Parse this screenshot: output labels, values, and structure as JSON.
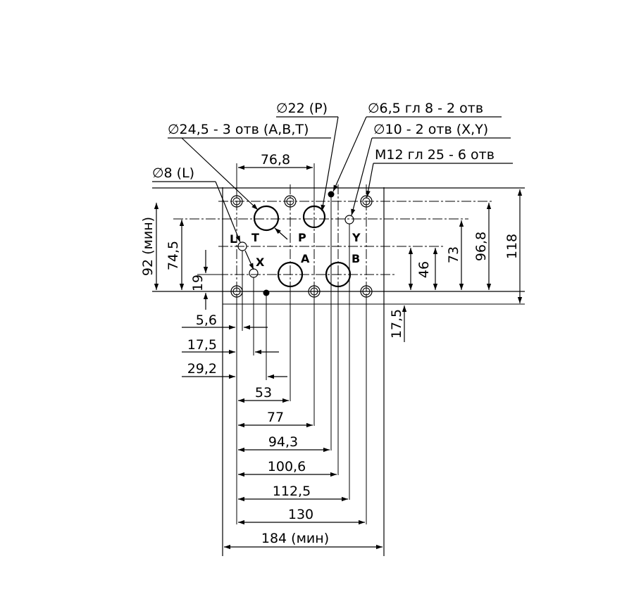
{
  "callouts": {
    "p_port": "∅22 (P)",
    "mounting_holes": "∅6,5 гл 8 - 2 отв",
    "main_ports": "∅24,5 - 3 отв (A,B,T)",
    "pilot_ports": "∅10 - 2 отв (X,Y)",
    "threads": "M12 гл 25 - 6 отв",
    "l_port": "∅8 (L)"
  },
  "ports": {
    "L": "L",
    "T": "T",
    "P": "P",
    "Y": "Y",
    "X": "X",
    "A": "A",
    "B": "B"
  },
  "dimensions": {
    "top_span": "76,8",
    "left_outer": "92 (мин)",
    "left_inner": "74,5",
    "left_small": "19",
    "right_46": "46",
    "right_73": "73",
    "right_96_8": "96,8",
    "right_118": "118",
    "right_17_5": "17,5",
    "h_5_6": "5,6",
    "h_17_5": "17,5",
    "h_29_2": "29,2",
    "h_53": "53",
    "h_77": "77",
    "h_94_3": "94,3",
    "h_100_6": "100,6",
    "h_112_5": "112,5",
    "h_130": "130",
    "h_184": "184 (мин)"
  }
}
